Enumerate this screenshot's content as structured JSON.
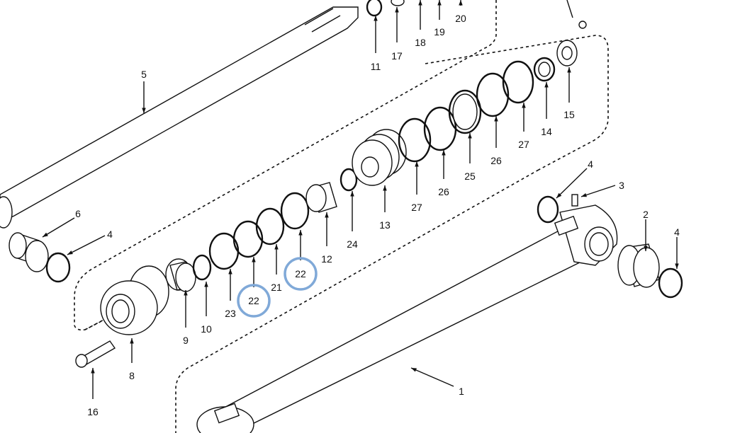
{
  "diagram": {
    "title": "Hydraulic cylinder exploded parts view",
    "highlight_color": "#80a9d8",
    "callouts": [
      {
        "id": "c20",
        "label": "20",
        "highlighted": false
      },
      {
        "id": "c19",
        "label": "19",
        "highlighted": false
      },
      {
        "id": "c18",
        "label": "18",
        "highlighted": false
      },
      {
        "id": "c17",
        "label": "17",
        "highlighted": false
      },
      {
        "id": "c11",
        "label": "11",
        "highlighted": false
      },
      {
        "id": "c5",
        "label": "5",
        "highlighted": false
      },
      {
        "id": "c15",
        "label": "15",
        "highlighted": false
      },
      {
        "id": "c14",
        "label": "14",
        "highlighted": false
      },
      {
        "id": "c27a",
        "label": "27",
        "highlighted": false
      },
      {
        "id": "c26a",
        "label": "26",
        "highlighted": false
      },
      {
        "id": "c25",
        "label": "25",
        "highlighted": false
      },
      {
        "id": "c26b",
        "label": "26",
        "highlighted": false
      },
      {
        "id": "c27b",
        "label": "27",
        "highlighted": false
      },
      {
        "id": "c13",
        "label": "13",
        "highlighted": false
      },
      {
        "id": "c24",
        "label": "24",
        "highlighted": false
      },
      {
        "id": "c12",
        "label": "12",
        "highlighted": false
      },
      {
        "id": "c22a",
        "label": "22",
        "highlighted": true
      },
      {
        "id": "c21",
        "label": "21",
        "highlighted": false
      },
      {
        "id": "c22b",
        "label": "22",
        "highlighted": true
      },
      {
        "id": "c23",
        "label": "23",
        "highlighted": false
      },
      {
        "id": "c10",
        "label": "10",
        "highlighted": false
      },
      {
        "id": "c9",
        "label": "9",
        "highlighted": false
      },
      {
        "id": "c8",
        "label": "8",
        "highlighted": false
      },
      {
        "id": "c16",
        "label": "16",
        "highlighted": false
      },
      {
        "id": "c6",
        "label": "6",
        "highlighted": false
      },
      {
        "id": "c4a",
        "label": "4",
        "highlighted": false
      },
      {
        "id": "c4b",
        "label": "4",
        "highlighted": false
      },
      {
        "id": "c3",
        "label": "3",
        "highlighted": false
      },
      {
        "id": "c2",
        "label": "2",
        "highlighted": false
      },
      {
        "id": "c4c",
        "label": "4",
        "highlighted": false
      },
      {
        "id": "c1",
        "label": "1",
        "highlighted": false
      }
    ]
  }
}
